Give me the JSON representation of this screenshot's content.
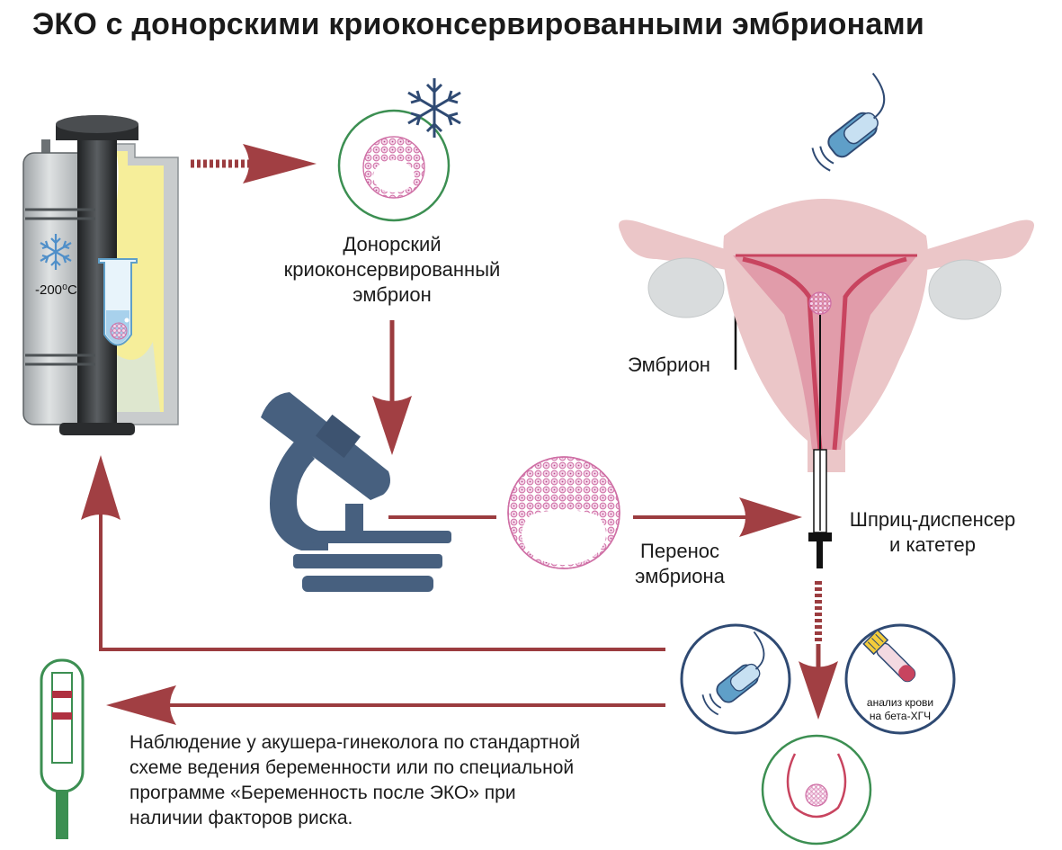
{
  "title": "ЭКО с донорскими криоконсервированными эмбрионами",
  "colors": {
    "arrow": "#9b3c3f",
    "arrow_head": "#a13f43",
    "microscope": "#47607f",
    "uterus": "#ebc6c8",
    "uterus_inner": "#c8445f",
    "circle_green": "#3c8f52",
    "circle_navy": "#2f4a73",
    "ovary": "#d9dcdd",
    "tank": "#3e4143",
    "tank_fill": "#f6ee9a",
    "embryo_pink": "#d77fb1"
  },
  "labels": {
    "tank_temperature": "-200⁰С",
    "donor_embryo": [
      "Донорский",
      "криоконсервированный",
      "эмбрион"
    ],
    "embryo": "Эмбрион",
    "syringe": [
      "Шприц-диспенсер",
      "и катетер"
    ],
    "transfer": [
      "Перенос",
      "эмбриона"
    ],
    "blood_test": [
      "анализ крови",
      "на бета-ХГЧ"
    ],
    "observation": [
      "Наблюдение у акушера-гинеколога по стандартной",
      "схеме ведения беременности или по специальной",
      "программе «Беременность после ЭКО» при",
      "наличии факторов риска."
    ]
  },
  "icons": [
    "cryo-tank-icon",
    "snowflake-icon",
    "embryo-icon",
    "microscope-icon",
    "ultrasound-probe-icon",
    "uterus-icon",
    "syringe-catheter-icon",
    "blood-test-tube-icon",
    "pregnancy-test-icon"
  ]
}
